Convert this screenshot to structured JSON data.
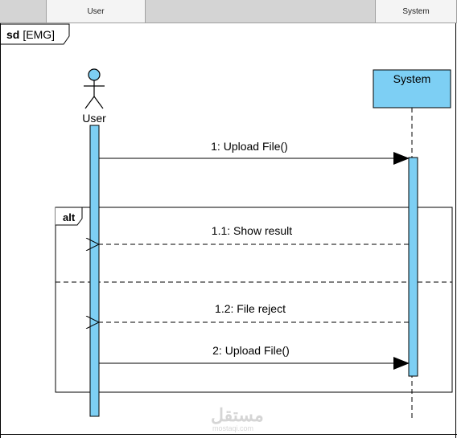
{
  "header": {
    "user_col": "User",
    "system_col": "System"
  },
  "frame": {
    "keyword": "sd",
    "name": "[EMG]"
  },
  "lifelines": {
    "user": "User",
    "system": "System"
  },
  "fragment": {
    "operator": "alt"
  },
  "messages": [
    {
      "label": "1: Upload File()",
      "type": "sync"
    },
    {
      "label": "1.1: Show result",
      "type": "return"
    },
    {
      "label": "1.2: File reject",
      "type": "return"
    },
    {
      "label": "2: Upload File()",
      "type": "sync"
    }
  ],
  "watermark": "mostaqi.com",
  "colors": {
    "lifeline_fill": "#7dcff4",
    "stroke": "#000000"
  }
}
